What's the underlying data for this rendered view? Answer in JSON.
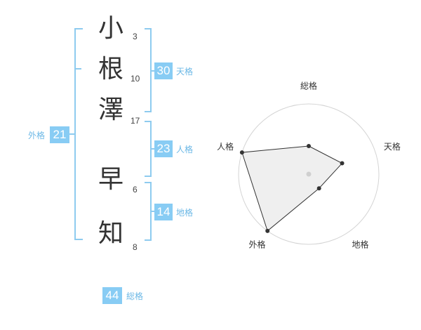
{
  "name": [
    {
      "char": "小",
      "strokes": "3"
    },
    {
      "char": "根",
      "strokes": "10"
    },
    {
      "char": "澤",
      "strokes": "17"
    },
    {
      "char": "早",
      "strokes": "6"
    },
    {
      "char": "知",
      "strokes": "8"
    }
  ],
  "kakusu": {
    "tenkaku": {
      "value": "30",
      "label": "天格"
    },
    "jinkaku": {
      "value": "23",
      "label": "人格"
    },
    "chikaku": {
      "value": "14",
      "label": "地格"
    },
    "gaikaku": {
      "value": "21",
      "label": "外格"
    },
    "soukaku": {
      "value": "44",
      "label": "総格"
    }
  },
  "colors": {
    "accent": "#88ccf4",
    "bracket": "#8ecbef",
    "label": "#6cb8e6"
  },
  "chart_data": {
    "type": "radar",
    "axes": [
      "総格",
      "天格",
      "地格",
      "外格",
      "人格"
    ],
    "values": [
      0.4,
      0.5,
      0.25,
      1.0,
      1.0
    ],
    "range": [
      0,
      1
    ],
    "rings": 4
  }
}
